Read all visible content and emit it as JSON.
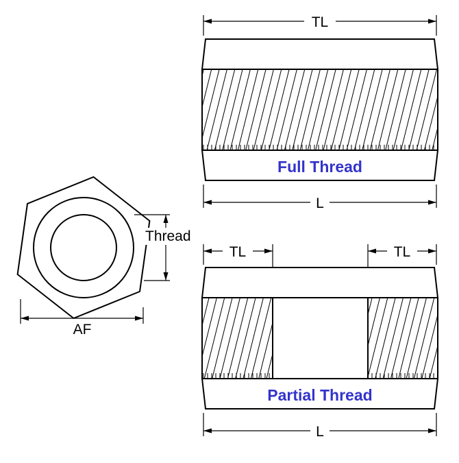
{
  "colors": {
    "line": "#000000",
    "title_blue": "#3333cc",
    "background": "#ffffff"
  },
  "end_view": {
    "thread_label": "Thread",
    "af_label": "AF"
  },
  "full_thread_view": {
    "title": "Full Thread",
    "thread_length_label": "TL",
    "overall_length_label": "L"
  },
  "partial_thread_view": {
    "title": "Partial Thread",
    "thread_length_left_label": "TL",
    "thread_length_right_label": "TL",
    "overall_length_label": "L"
  }
}
